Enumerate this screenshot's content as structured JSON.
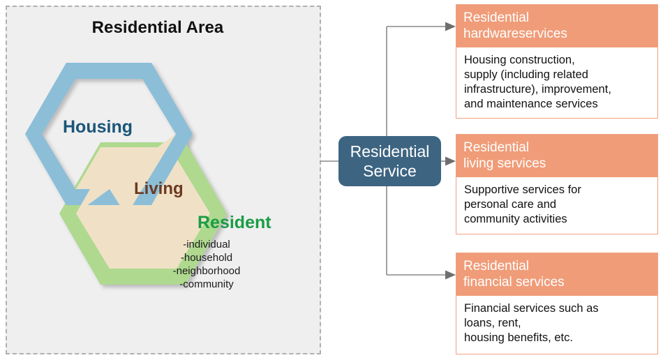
{
  "area": {
    "title": "Residential Area",
    "housing_label": "Housing",
    "living_label": "Living",
    "resident_label": "Resident",
    "resident_items": "-individual\n-household\n-neighborhood\n-community"
  },
  "center": {
    "label": "Residential\nService"
  },
  "cards": [
    {
      "title": "Residential\nhardwareservices",
      "body": "Housing construction,\nsupply (including related\ninfrastructure), improvement,\nand maintenance services"
    },
    {
      "title": "Residential\nliving services",
      "body": "Supportive services for\npersonal care and\ncommunity activities"
    },
    {
      "title": "Residential\nfinancial services",
      "body": "Financial services such as\nloans, rent,\nhousing benefits, etc."
    }
  ],
  "colors": {
    "panel_bg": "#efeff0",
    "panel_border": "#b0b0b0",
    "hex_blue": "#8cbed8",
    "hex_green": "#aed98f",
    "overlap_tan": "#f0e1c6",
    "center_bg": "#3d6582",
    "card_header": "#f09c79",
    "card_border": "#f0a182",
    "connector": "#8a8a8a",
    "housing_text": "#1b5578",
    "living_text": "#6b3a21",
    "resident_text": "#1a9c45"
  }
}
